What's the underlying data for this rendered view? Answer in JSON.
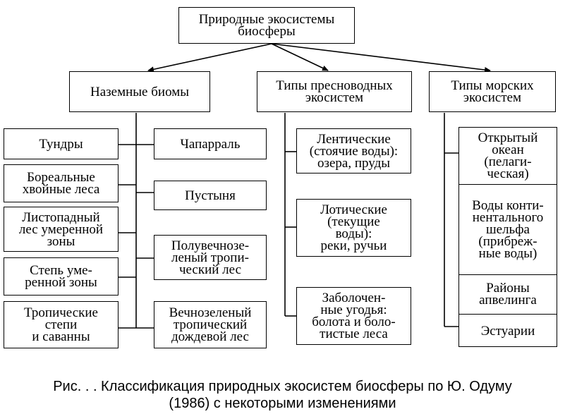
{
  "diagram": {
    "root": "Природные экосистемы\nбиосферы",
    "terrestrial": {
      "title": "Наземные биомы",
      "left": [
        "Тундры",
        "Бореальные\nхвойные леса",
        "Листопадный\nлес умеренной\nзоны",
        "Степь уме-\nренной зоны",
        "Тропические\nстепи\nи саванны"
      ],
      "right": [
        "Чапарраль",
        "Пустыня",
        "Полувечнозе-\nленый тропи-\nческий лес",
        "Вечнозеленый\nтропический\nдождевой лес"
      ]
    },
    "freshwater": {
      "title": "Типы пресноводных\nэкосистем",
      "items": [
        "Лентические\n(стоячие воды):\nозера, пруды",
        "Лотические\n(текущие\nводы):\nреки, ручьи",
        "Заболочен-\nные угодья:\nболота и боло-\nтистые леса"
      ]
    },
    "marine": {
      "title": "Типы морских\nэкосистем",
      "items": [
        "Открытый\nокеан\n(пелаги-\nческая)",
        "Воды конти-\nнентального\nшельфа\n(прибреж-\nные воды)",
        "Районы\nапвелинга",
        "Эстуарии"
      ]
    }
  },
  "caption": "Рис.   . . Классификация природных экосистем биосферы по Ю. Одуму\n(1986) с некоторыми изменениями"
}
